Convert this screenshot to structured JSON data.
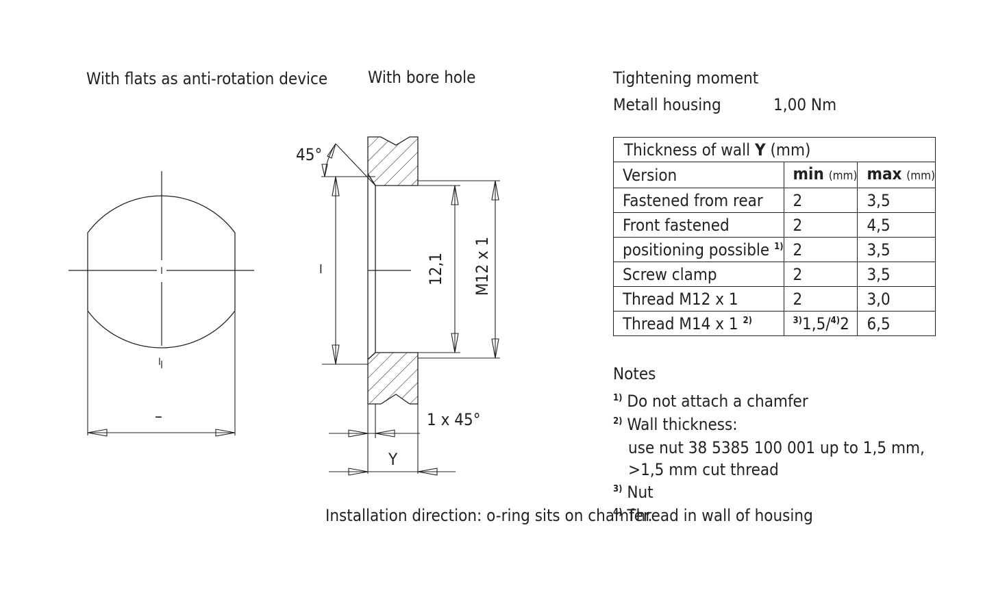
{
  "labels": {
    "flats_title": "With flats as anti-rotation device",
    "bore_title": "With bore hole",
    "angle_top": "45°",
    "dim_12_1": "12,1",
    "dim_m12": "M12 x 1",
    "chamfer": "1 x 45°",
    "wall_y": "Y",
    "dim_bar_vertical": "I",
    "dim_bar_horizontal": "–",
    "dim_bar_small": "I",
    "installation": "Installation direction: o-ring sits on chamfer."
  },
  "tightening": {
    "title": "Tightening moment",
    "item": "Metall housing",
    "value": "1,00 Nm"
  },
  "table": {
    "caption_pre": "Thickness of wall ",
    "caption_y": "Y",
    "caption_post": " (mm)",
    "col_version": "Version",
    "col_min": "min",
    "col_max": "max",
    "col_unit": "(mm)",
    "rows": [
      {
        "version": "Fastened from rear",
        "min": "2",
        "max": "3,5"
      },
      {
        "version": "Front fastened",
        "min": "2",
        "max": "4,5"
      },
      {
        "version": "positioning possible",
        "version_note": "1)",
        "min": "2",
        "max": "3,5"
      },
      {
        "version": "Screw clamp",
        "min": "2",
        "max": "3,5"
      },
      {
        "version": "Thread M12 x 1",
        "min": "2",
        "max": "3,0"
      },
      {
        "version": "Thread M14 x 1",
        "version_note": "2)",
        "min_note_a": "3)",
        "min_a": "1,5/",
        "min_note_b": "4)",
        "min_b": "2",
        "max": "6,5"
      }
    ]
  },
  "notes": {
    "title": "Notes",
    "items": [
      {
        "mark": "1)",
        "lines": [
          "Do not attach a chamfer"
        ]
      },
      {
        "mark": "2)",
        "lines": [
          "Wall thickness:",
          "use nut 38 5385 100 001 up to 1,5 mm,",
          ">1,5 mm cut thread"
        ]
      },
      {
        "mark": "3)",
        "lines": [
          "Nut"
        ]
      },
      {
        "mark": "4)",
        "lines": [
          "Thread in wall of housing"
        ]
      }
    ]
  }
}
